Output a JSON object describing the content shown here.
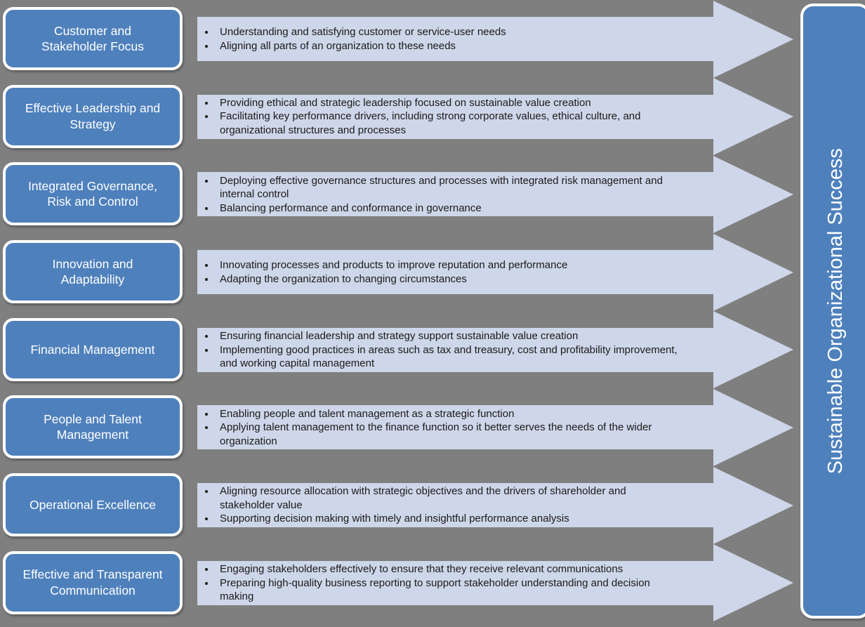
{
  "background_color": "#7f7f7f",
  "colors": {
    "background": "#7f7f7f",
    "category_fill": "#4e80bc",
    "category_border": "#ffffff",
    "arrow_fill": "#ced6e9",
    "bullet_text": "#1a1a1a",
    "outcome_fill": "#4e80bc",
    "outcome_text": "#ffffff"
  },
  "outcome": {
    "label": "Sustainable Organizational Success"
  },
  "rows": [
    {
      "category": "Customer and Stakeholder Focus",
      "bullets": [
        "Understanding and satisfying customer or service-user needs",
        "Aligning all parts of an organization to these needs"
      ]
    },
    {
      "category": "Effective Leadership and Strategy",
      "bullets": [
        "Providing ethical and strategic leadership focused on sustainable value creation",
        "Facilitating key performance drivers, including strong corporate values, ethical culture, and organizational structures and processes"
      ]
    },
    {
      "category": "Integrated Governance, Risk and Control",
      "bullets": [
        "Deploying effective governance structures and processes with integrated risk management and internal control",
        "Balancing performance and conformance in governance"
      ]
    },
    {
      "category": "Innovation and Adaptability",
      "bullets": [
        "Innovating processes and products to improve reputation and performance",
        "Adapting the organization to changing circumstances"
      ]
    },
    {
      "category": "Financial Management",
      "bullets": [
        "Ensuring financial leadership and strategy support sustainable value creation",
        "Implementing good practices in areas such as tax and treasury, cost and profitability improvement, and working capital management"
      ]
    },
    {
      "category": "People and Talent Management",
      "bullets": [
        "Enabling people and talent management as a strategic function",
        "Applying talent management to the finance function so it better serves the needs of the wider organization"
      ]
    },
    {
      "category": "Operational Excellence",
      "bullets": [
        "Aligning resource allocation with strategic objectives and the drivers of shareholder and stakeholder value",
        "Supporting decision making with timely and insightful performance analysis"
      ]
    },
    {
      "category": "Effective and Transparent Communication",
      "bullets": [
        "Engaging stakeholders effectively to ensure that they receive relevant communications",
        "Preparing high-quality business reporting to support stakeholder understanding and decision making"
      ]
    }
  ]
}
